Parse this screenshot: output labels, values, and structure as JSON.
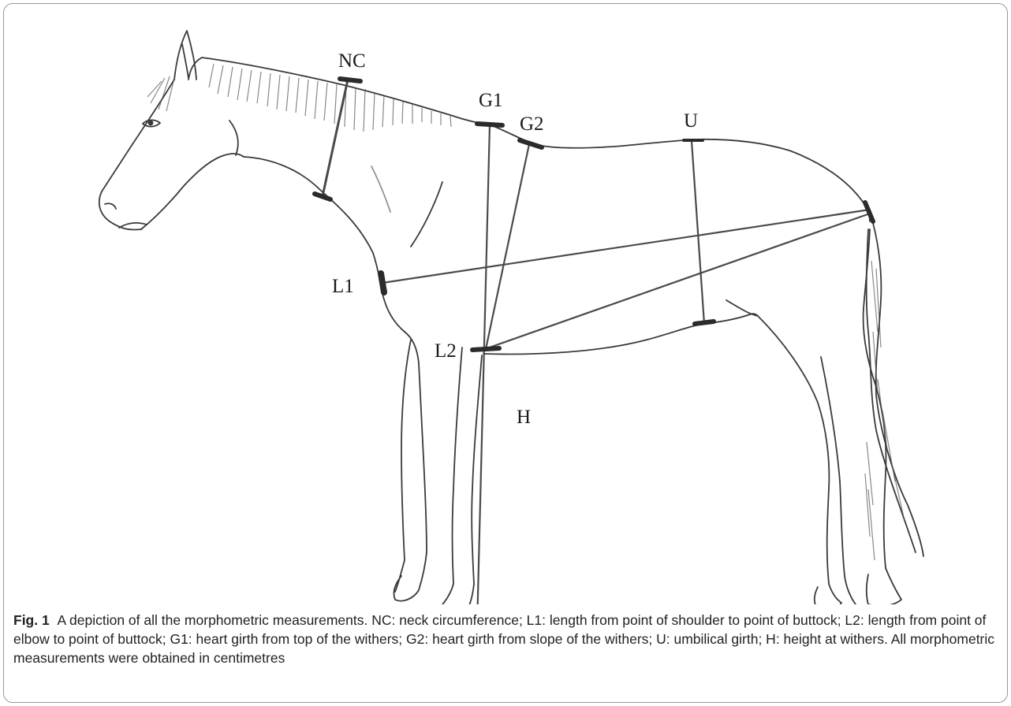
{
  "figure": {
    "labels": {
      "nc": "NC",
      "g1": "G1",
      "g2": "G2",
      "u": "U",
      "l1": "L1",
      "l2": "L2",
      "h": "H"
    },
    "caption": {
      "fig_label": "Fig. 1",
      "text": "A depiction of all the morphometric measurements. NC: neck circumference; L1: length from point of shoulder to point of buttock; L2: length from point of elbow to point of buttock; G1: heart girth from top of the withers; G2: heart girth from slope of the withers; U: umbilical girth; H: height at withers. All morphometric measurements were obtained in centimetres"
    }
  },
  "colors": {
    "outline": "#3a3a3a",
    "measure": "#4a4a4a",
    "marker": "#2b2b2b",
    "mane": "#555555"
  }
}
